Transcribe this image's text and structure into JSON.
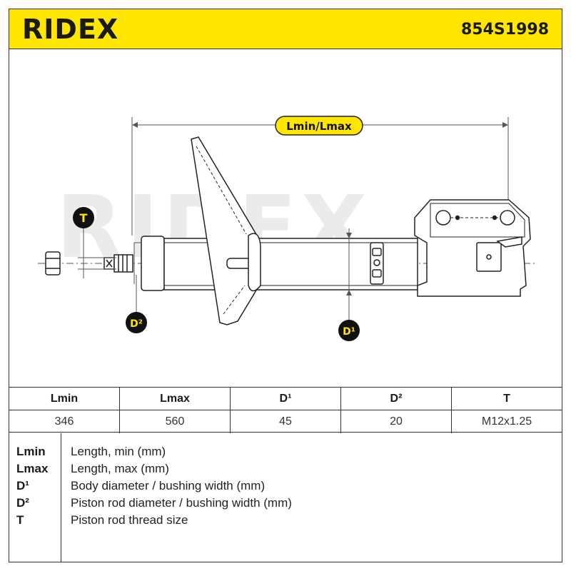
{
  "header": {
    "brand": "RIDEX",
    "part_number": "854S1998",
    "accent_color": "#ffe600"
  },
  "drawing": {
    "watermark": "RIDEX",
    "dimension_label": "Lmin/Lmax",
    "callouts": {
      "thread": "T",
      "rod_diameter": "D²",
      "body_diameter": "D¹"
    }
  },
  "spec_table": {
    "headers": [
      "Lmin",
      "Lmax",
      "D¹",
      "D²",
      "T"
    ],
    "values": [
      "346",
      "560",
      "45",
      "20",
      "M12x1.25"
    ]
  },
  "legend": [
    {
      "key": "Lmin",
      "desc": "Length, min (mm)"
    },
    {
      "key": "Lmax",
      "desc": "Length, max (mm)"
    },
    {
      "key": "D¹",
      "desc": "Body diameter / bushing width (mm)"
    },
    {
      "key": "D²",
      "desc": "Piston rod diameter / bushing width (mm)"
    },
    {
      "key": "T",
      "desc": "Piston rod thread size"
    }
  ]
}
